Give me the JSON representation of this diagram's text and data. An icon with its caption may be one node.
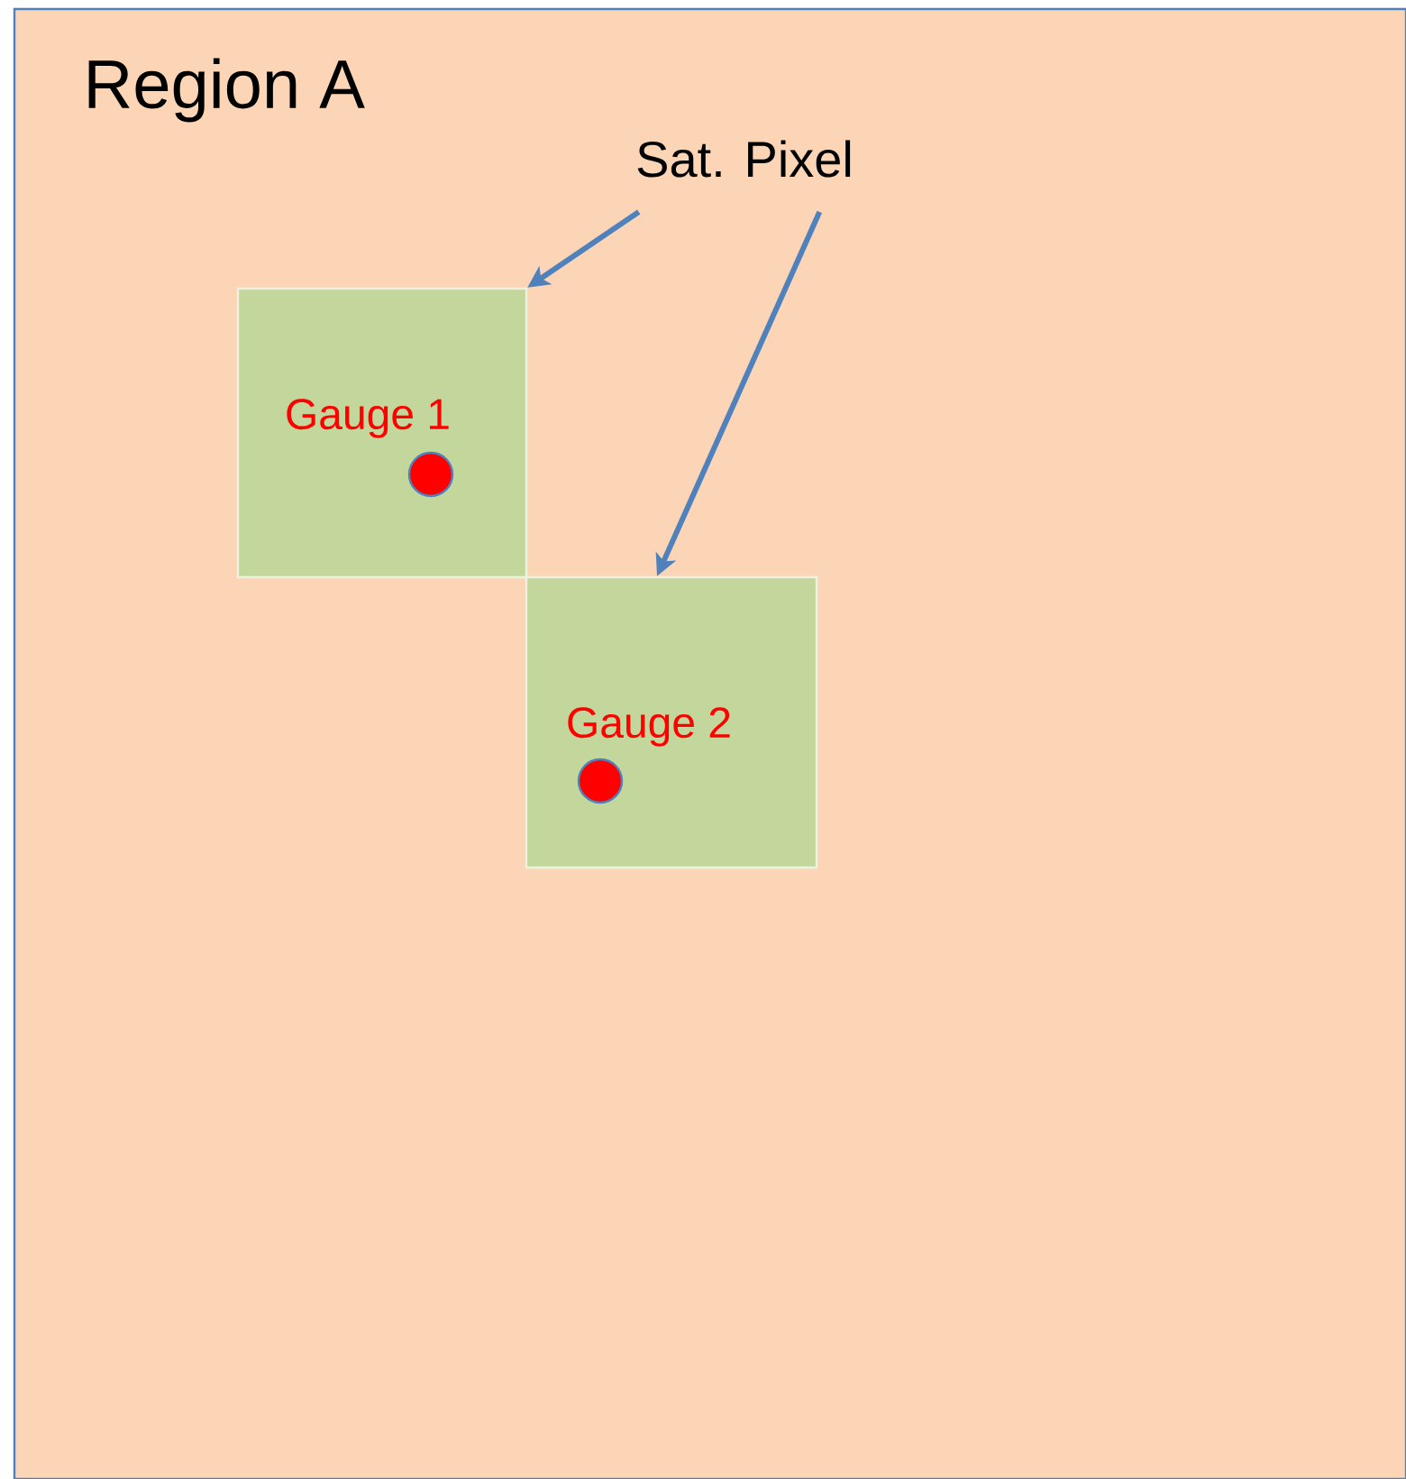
{
  "diagram": {
    "nodes": [
      {
        "text": [
          "Region A"
        ]
      },
      {
        "text": [
          "Sat. Pixel"
        ],
        "in": 0
      },
      {
        "text": [
          "Gauge 1"
        ],
        "in": 0
      },
      {
        "text": [],
        "shape": "circle",
        "in": 2
      },
      {
        "text": [
          "Gauge 2"
        ],
        "in": 0
      },
      {
        "text": [],
        "shape": "circle",
        "in": 4
      }
    ],
    "edges": [
      {
        "from": 1,
        "to": 2,
        "arrow": "to"
      },
      {
        "from": 1,
        "to": 4,
        "arrow": "to"
      }
    ]
  }
}
